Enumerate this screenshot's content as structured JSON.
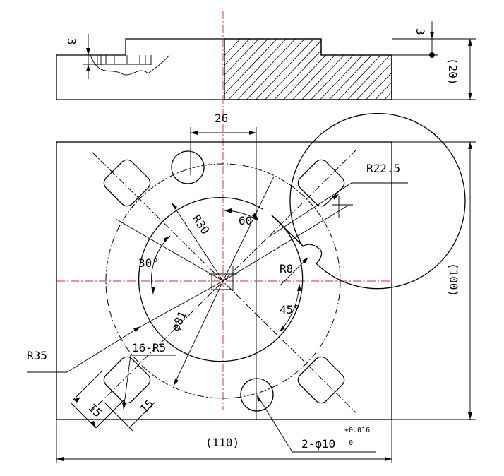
{
  "dims": {
    "top_step_left": "3",
    "top_step_right": "3",
    "height_20": "(20)",
    "width_26": "26",
    "radius_22_5": "R22.5",
    "radius_30": "R30",
    "angle_60": "60°",
    "angle_30": "30°",
    "radius_8": "R8",
    "angle_45": "45°",
    "diameter_81": "φ81",
    "radius_35": "R35",
    "corner_radius": "16-R5",
    "pocket_15_a": "15",
    "pocket_15_b": "15",
    "height_100": "(100)",
    "width_110": "(110)",
    "hole_label": "2-φ10",
    "hole_tol_upper": "+0.016",
    "hole_tol_lower": "0"
  }
}
